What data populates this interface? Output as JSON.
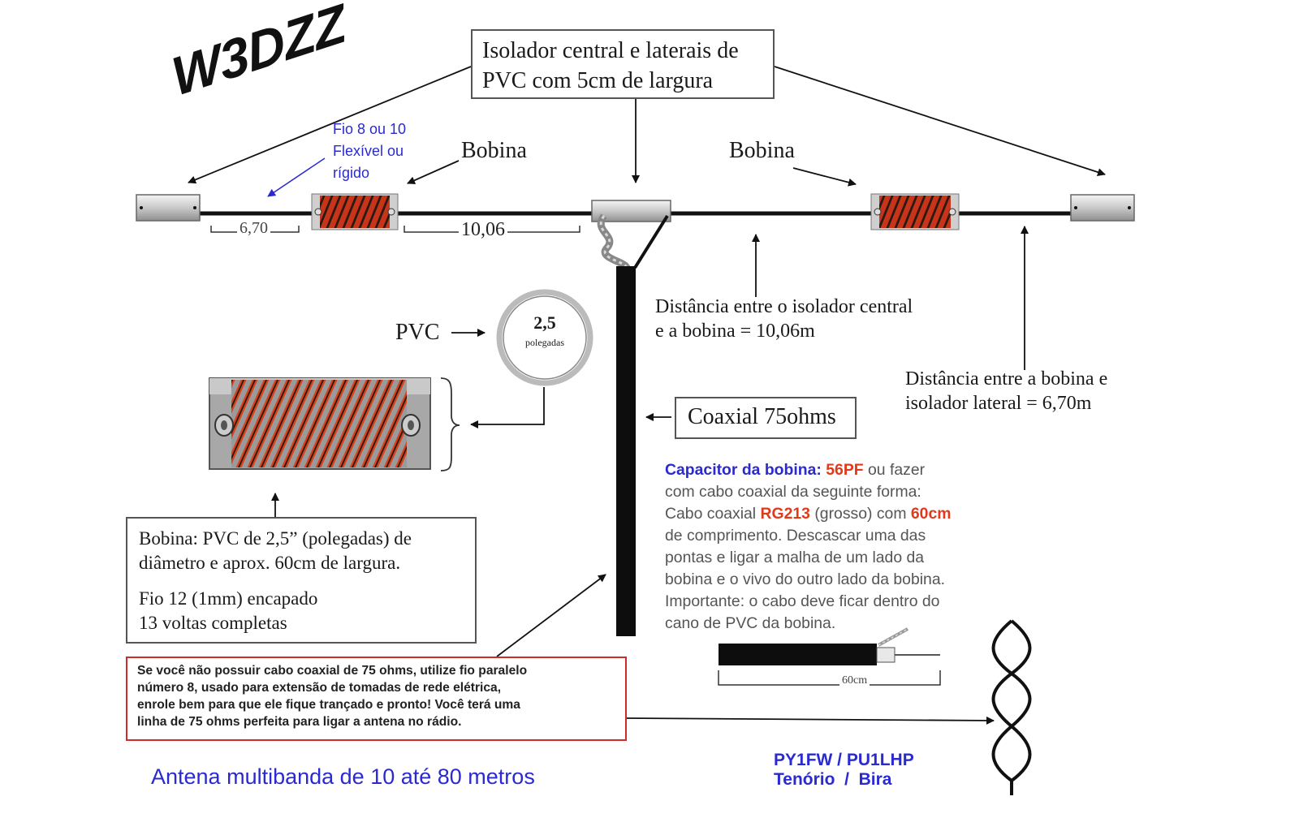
{
  "title": "W3DZZ",
  "insulator_note": [
    "Isolador central e laterais de",
    "PVC com 5cm de largura"
  ],
  "wire_note": [
    "Fio 8 ou 10",
    "Flexível ou",
    "rígido"
  ],
  "coil_label": "Bobina",
  "segment_outer": "6,70",
  "segment_inner": "10,06",
  "distance_center": [
    "Distância entre o isolador central",
    "e a bobina = 10,06m"
  ],
  "distance_lateral": [
    "Distância entre a bobina e",
    "isolador lateral = 6,70m"
  ],
  "pvc_label": "PVC",
  "pvc_diameter": "2,5",
  "pvc_unit": "polegadas",
  "coax_label": "Coaxial 75ohms",
  "coil_spec": [
    "Bobina: PVC de 2,5” (polegadas) de",
    "diâmetro e aprox. 60cm de largura.",
    "Fio 12 (1mm) encapado",
    "13 voltas completas"
  ],
  "capacitor": {
    "title": "Capacitor da bobina:",
    "value": "56PF",
    "text_1": " ou fazer",
    "text_2": "com cabo coaxial da seguinte forma:",
    "text_3": "Cabo coaxial ",
    "cable": "RG213",
    "text_4": " (grosso) com ",
    "length": "60cm",
    "text_5": "de comprimento. Descascar uma das",
    "text_6": "pontas e ligar a malha de um lado da",
    "text_7": "bobina e o vivo do outro lado da bobina.",
    "text_8": "Importante: o cabo deve ficar dentro do",
    "text_9": "cano de PVC da bobina."
  },
  "cable_length_label": "60cm",
  "warning": [
    "Se você não possuir cabo coaxial de 75 ohms, utilize fio paralelo",
    "número 8, usado para extensão de tomadas de rede elétrica,",
    "enrole bem para que ele fique trançado e pronto! Você terá uma",
    "linha de 75 ohms perfeita para ligar a antena no rádio."
  ],
  "footer": "Antena multibanda de 10 até 80 metros",
  "authors": [
    "PY1FW / PU1LHP",
    "Tenório  /  Bira"
  ],
  "colors": {
    "accent_blue": "#2a2ad0",
    "accent_red": "#e03a1a",
    "coil_red": "#d8431c",
    "warning_border": "#d02a2a"
  }
}
